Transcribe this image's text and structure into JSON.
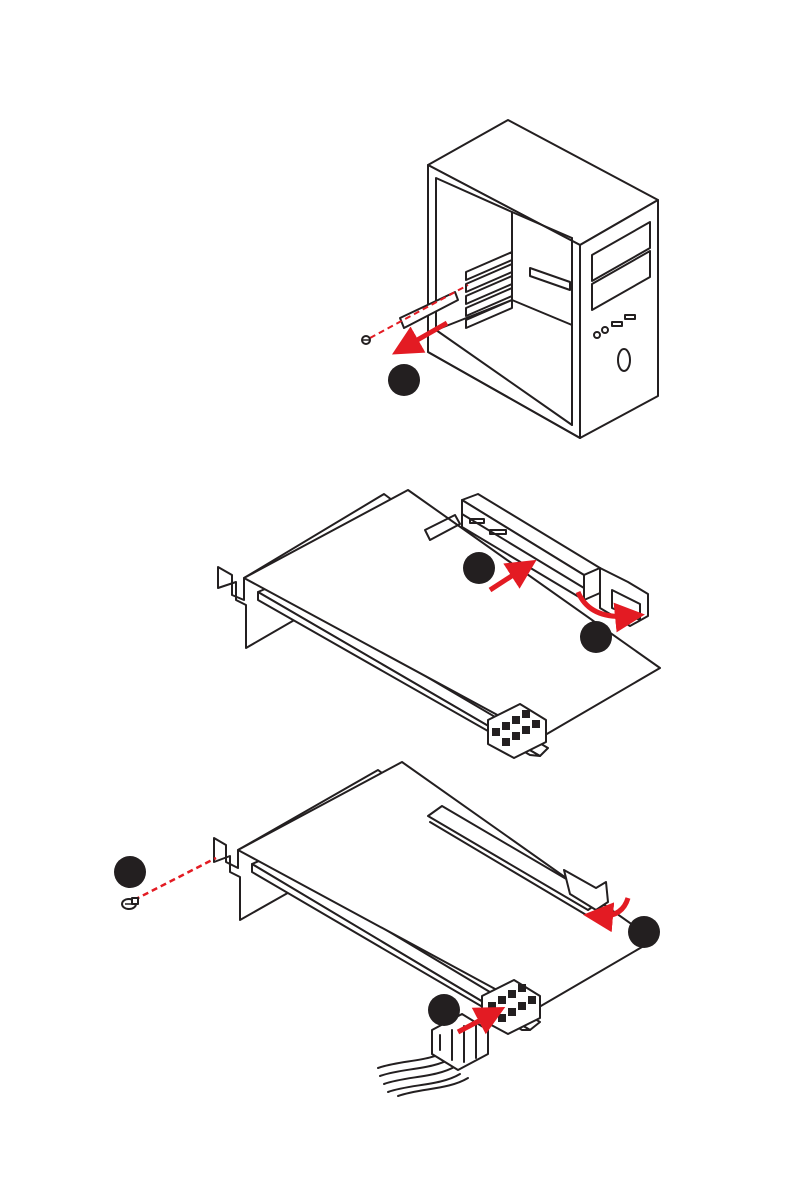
{
  "colors": {
    "line": "#231f20",
    "accent": "#e31b23",
    "badge": "#231f20"
  },
  "figures": [
    {
      "name": "case-slot-cover-removal",
      "icons": [
        "pc-tower-icon",
        "screw-icon",
        "slot-cover-icon"
      ]
    },
    {
      "name": "card-insertion",
      "icons": [
        "graphics-card-icon",
        "pcie-slot-icon",
        "latch-icon"
      ]
    },
    {
      "name": "card-secure-and-power",
      "icons": [
        "graphics-card-icon",
        "screw-icon",
        "power-connector-icon"
      ]
    }
  ],
  "steps": {
    "s1": "",
    "s2": "",
    "s3": "",
    "s4": "",
    "s5": "",
    "s6": ""
  }
}
